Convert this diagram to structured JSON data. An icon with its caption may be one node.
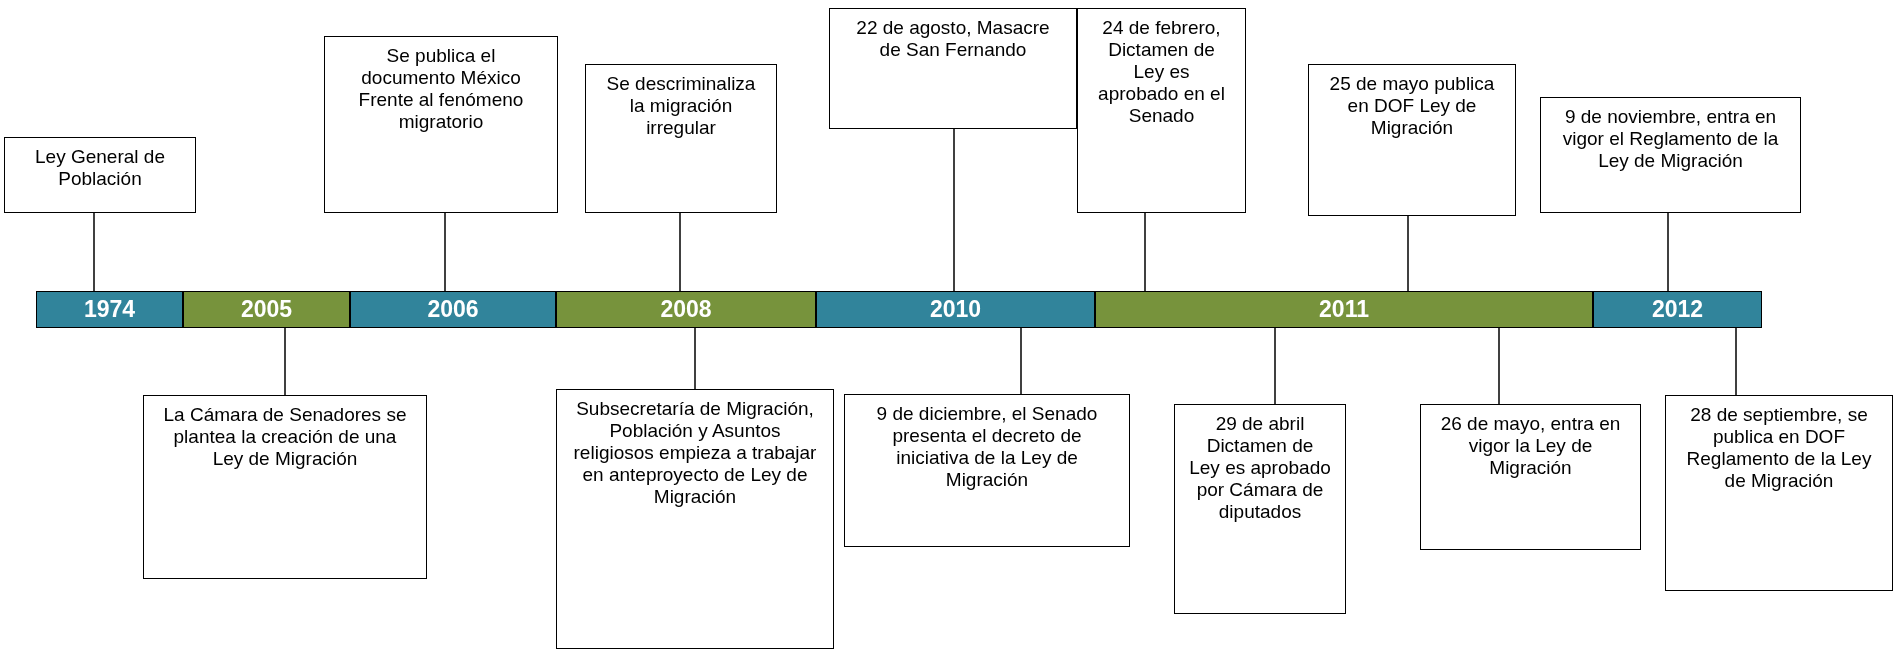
{
  "diagram": {
    "nodes": [
      {
        "text": [
          "1974"
        ]
      },
      {
        "text": [
          "2005"
        ]
      },
      {
        "text": [
          "2006"
        ]
      },
      {
        "text": [
          "2008"
        ]
      },
      {
        "text": [
          "2010"
        ]
      },
      {
        "text": [
          "2011"
        ]
      },
      {
        "text": [
          "2012"
        ]
      },
      {
        "text": [
          "Ley General de Población"
        ]
      },
      {
        "text": [
          "Se publica el documento México Frente al fenómeno migratorio"
        ]
      },
      {
        "text": [
          "Se descriminaliza la migración irregular"
        ]
      },
      {
        "text": [
          "22 de agosto, Masacre de San Fernando"
        ]
      },
      {
        "text": [
          "24 de febrero, Dictamen de Ley es aprobado en el Senado"
        ]
      },
      {
        "text": [
          "25 de mayo publica en DOF Ley de Migración"
        ]
      },
      {
        "text": [
          "9 de noviembre, entra en vigor el Reglamento de la Ley de Migración"
        ]
      },
      {
        "text": [
          "La Cámara de Senadores se plantea la creación de una Ley de Migración"
        ]
      },
      {
        "text": [
          "Subsecretaría de Migración, Población y Asuntos religiosos empieza a trabajar en anteproyecto de Ley de Migración"
        ]
      },
      {
        "text": [
          "9 de diciembre, el Senado presenta el decreto de iniciativa de la Ley de Migración"
        ]
      },
      {
        "text": [
          "29 de abril Dictamen de Ley es aprobado por Cámara de diputados"
        ]
      },
      {
        "text": [
          "26 de mayo, entra en vigor la Ley de Migración"
        ]
      },
      {
        "text": [
          "28 de septiembre, se publica en DOF Reglamento de la Ley de Migración"
        ]
      }
    ],
    "edges": [
      {
        "from": 7,
        "to": 0,
        "arrow": "none"
      },
      {
        "from": 8,
        "to": 2,
        "arrow": "none"
      },
      {
        "from": 9,
        "to": 3,
        "arrow": "none"
      },
      {
        "from": 10,
        "to": 4,
        "arrow": "none"
      },
      {
        "from": 11,
        "to": 5,
        "arrow": "none"
      },
      {
        "from": 12,
        "to": 5,
        "arrow": "none"
      },
      {
        "from": 13,
        "to": 6,
        "arrow": "none"
      },
      {
        "from": 14,
        "to": 1,
        "arrow": "none"
      },
      {
        "from": 15,
        "to": 3,
        "arrow": "none"
      },
      {
        "from": 16,
        "to": 4,
        "arrow": "none"
      },
      {
        "from": 17,
        "to": 5,
        "arrow": "none"
      },
      {
        "from": 18,
        "to": 5,
        "arrow": "none"
      },
      {
        "from": 19,
        "to": 6,
        "arrow": "none"
      }
    ]
  }
}
